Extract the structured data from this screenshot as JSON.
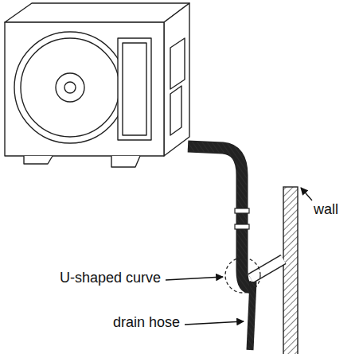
{
  "diagram": {
    "labels": [
      "wall",
      "U-shaped curve",
      "drain hose"
    ]
  }
}
